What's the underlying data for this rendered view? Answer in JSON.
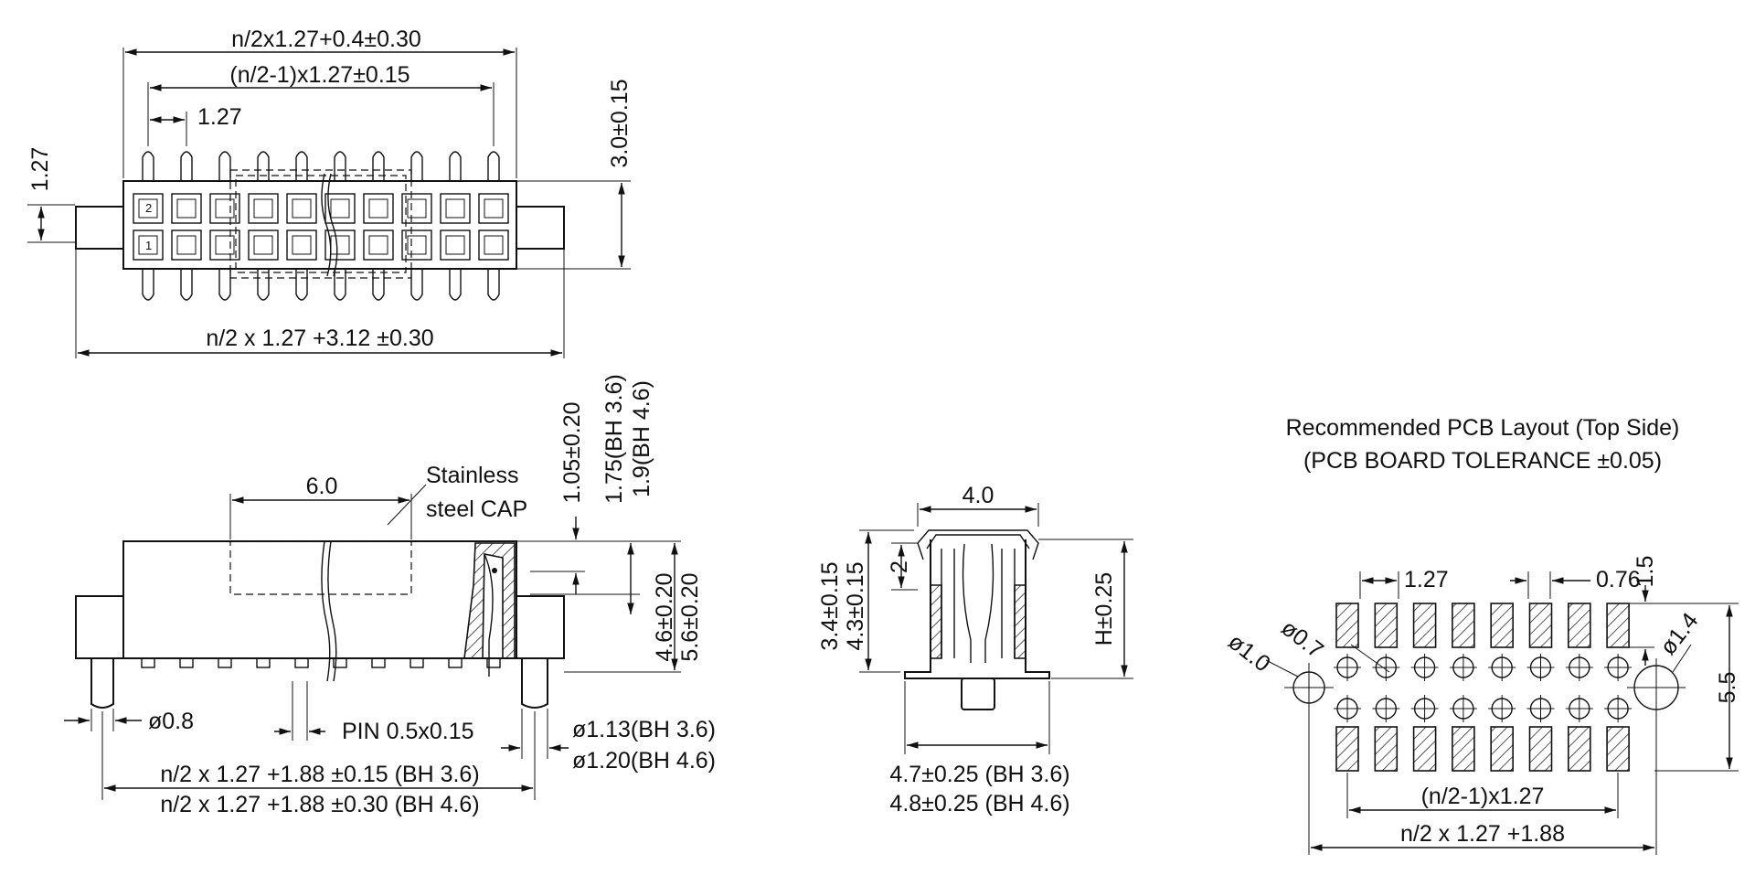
{
  "top_view": {
    "dim_overall_housing": "n/2x1.27+0.4±0.30",
    "dim_pin_span": "(n/2-1)x1.27±0.15",
    "dim_pitch": "1.27",
    "dim_row_pitch": "1.27",
    "dim_height": "3.0±0.15",
    "dim_overall_length": "n/2 x 1.27 +3.12 ±0.30",
    "pin_label_row2": "2",
    "pin_label_row1": "1"
  },
  "side_view": {
    "dim_cap_width": "6.0",
    "cap_label_line1": "Stainless",
    "cap_label_line2": "steel CAP",
    "dim_cap_offset": "1.05±0.20",
    "dim_pin_offset_a": "1.75(BH 3.6)",
    "dim_pin_offset_b": "1.9(BH 4.6)",
    "dim_height_a": "4.6±0.20",
    "dim_height_b": "5.6±0.20",
    "dim_post_dia": "ø0.8",
    "dim_pin_size": "PIN 0.5x0.15",
    "dim_peg_dia_a": "ø1.13(BH 3.6)",
    "dim_peg_dia_b": "ø1.20(BH 4.6)",
    "dim_length_a": "n/2 x 1.27 +1.88 ±0.15 (BH 3.6)",
    "dim_length_b": "n/2 x 1.27 +1.88 ±0.30 (BH 4.6)"
  },
  "end_view": {
    "dim_width_top": "4.0",
    "dim_height_a": "3.4±0.15",
    "dim_height_b": "4.3±0.15",
    "dim_small": "2",
    "dim_h": "H±0.25",
    "dim_foot_a": "4.7±0.25 (BH 3.6)",
    "dim_foot_b": "4.8±0.25 (BH 4.6)"
  },
  "pcb_layout": {
    "title_line1": "Recommended PCB Layout (Top Side)",
    "title_line2": "(PCB BOARD TOLERANCE ±0.05)",
    "dim_pitch": "1.27",
    "dim_pad_width": "0.76",
    "dim_pad_length": "1.5",
    "dim_hole_small": "ø0.7",
    "dim_hole_large_left": "ø1.0",
    "dim_hole_large_right": "ø1.4",
    "dim_span_vertical": "5.5",
    "dim_pin_span": "(n/2-1)x1.27",
    "dim_overall": "n/2 x 1.27 +1.88"
  }
}
